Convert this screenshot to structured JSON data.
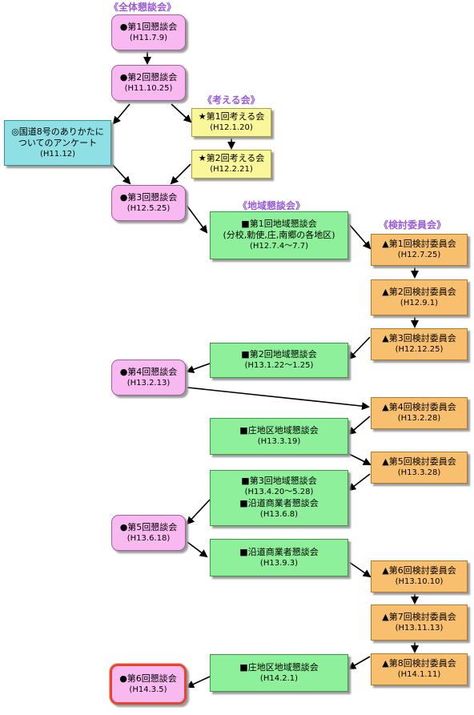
{
  "sections": {
    "zentai": "《全体懇談会》",
    "kangaeru": "《考える会》",
    "chiiki": "《地域懇談会》",
    "kento": "《検討委員会》"
  },
  "nodes": {
    "z1": {
      "title": "●第1回懇談会",
      "date": "(H11.7.9)"
    },
    "z2": {
      "title": "●第2回懇談会",
      "date": "(H11.10.25)"
    },
    "z3": {
      "title": "●第3回懇談会",
      "date": "(H12.5.25)"
    },
    "z4": {
      "title": "●第4回懇談会",
      "date": "(H13.2.13)"
    },
    "z5": {
      "title": "●第5回懇談会",
      "date": "(H13.6.18)"
    },
    "z6": {
      "title": "●第6回懇談会",
      "date": "(H14.3.5)"
    },
    "survey": {
      "line1": "◎国道8号のありかたに",
      "line2": "ついてのアンケート",
      "date": "(H11.12)"
    },
    "k1": {
      "title": "★第1回考える会",
      "date": "(H12.1.20)"
    },
    "k2": {
      "title": "★第2回考える会",
      "date": "(H12.2.21)"
    },
    "c1": {
      "title": "■第1回地域懇談会",
      "line2": "(分校,勅使,庄,南郷の各地区)",
      "date": "(H12.7.4～7.7)"
    },
    "c2": {
      "title": "■第2回地域懇談会",
      "date": "(H13.1.22～1.25)"
    },
    "c3": {
      "title": "■庄地区地域懇談会",
      "date": "(H13.3.19)"
    },
    "c4": {
      "title": "■第3回地域懇談会",
      "date": "(H13.4.20～5.28)",
      "title2": "■沿道商業者懇談会",
      "date2": "(H13.6.8)"
    },
    "c5": {
      "title": "■沿道商業者懇談会",
      "date": "(H13.9.3)"
    },
    "c6": {
      "title": "■庄地区地域懇談会",
      "date": "(H14.2.1)"
    },
    "e1": {
      "title": "▲第1回検討委員会",
      "date": "(H12.7.25)"
    },
    "e2": {
      "title": "▲第2回検討委員会",
      "date": "(H12.9.1)"
    },
    "e3": {
      "title": "▲第3回検討委員会",
      "date": "(H12.12.25)"
    },
    "e4": {
      "title": "▲第4回検討委員会",
      "date": "(H13.2.28)"
    },
    "e5": {
      "title": "▲第5回検討委員会",
      "date": "(H13.3.28)"
    },
    "e6": {
      "title": "▲第6回検討委員会",
      "date": "(H13.10.10)"
    },
    "e7": {
      "title": "▲第7回検討委員会",
      "date": "(H13.11.13)"
    },
    "e8": {
      "title": "▲第8回検討委員会",
      "date": "(H14.1.11)"
    }
  }
}
